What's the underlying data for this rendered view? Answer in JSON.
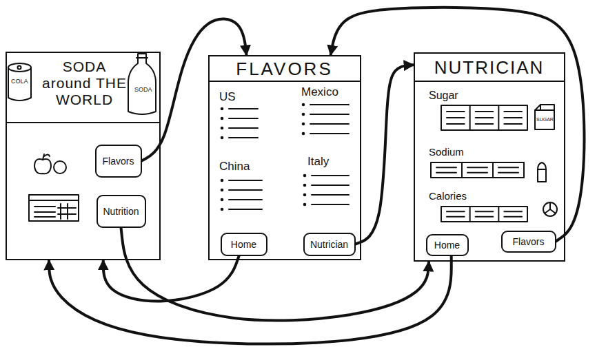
{
  "diagram": {
    "nodes": [
      {
        "text": [
          "SODA around THE WORLD"
        ]
      },
      {
        "text": [
          "Flavors"
        ],
        "in": 0
      },
      {
        "text": [
          "Nutrition"
        ],
        "in": 0
      },
      {
        "text": [
          "FLAVORS"
        ]
      },
      {
        "text": [
          "Home"
        ],
        "in": 3
      },
      {
        "text": [
          "Nutrician"
        ],
        "in": 3
      },
      {
        "text": [
          "NUTRICIAN"
        ]
      },
      {
        "text": [
          "Home"
        ],
        "in": 6
      },
      {
        "text": [
          "Flavors"
        ],
        "in": 6
      }
    ],
    "edges": [
      {
        "from": 1,
        "to": 3,
        "arrow": "to"
      },
      {
        "from": 5,
        "to": 6,
        "arrow": "to"
      },
      {
        "from": 8,
        "to": 3,
        "arrow": "to"
      },
      {
        "from": 4,
        "to": 0,
        "arrow": "to"
      },
      {
        "from": 2,
        "to": 6,
        "arrow": "to"
      },
      {
        "from": 7,
        "to": 0,
        "arrow": "to"
      }
    ],
    "labels": [
      "COLA",
      "SODA",
      "US",
      "Mexico",
      "China",
      "Italy",
      "Sugar",
      "SUGAR",
      "Sodium",
      "Calories"
    ]
  }
}
